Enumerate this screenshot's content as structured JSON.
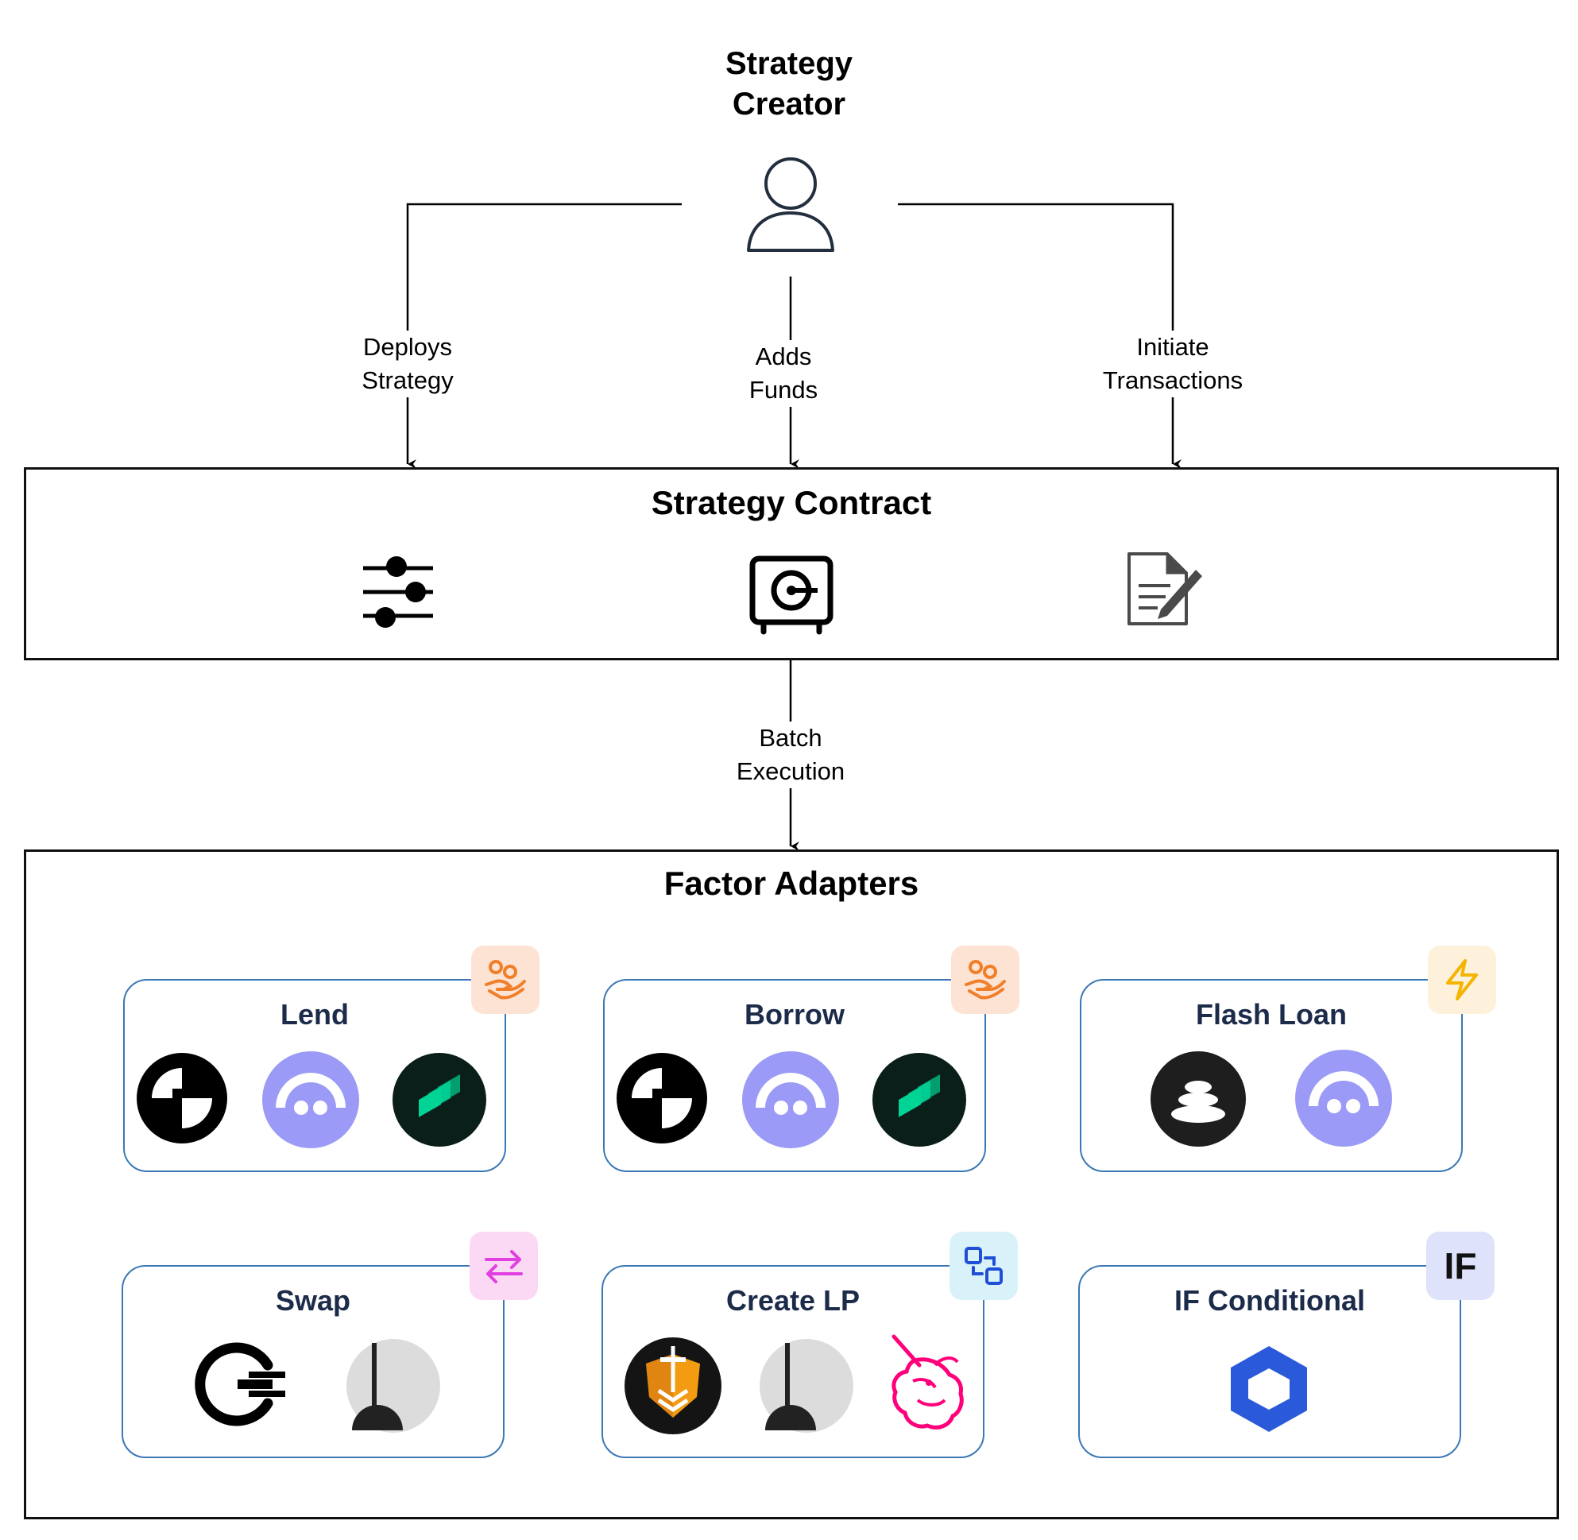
{
  "creator": {
    "title_line1": "Strategy",
    "title_line2": "Creator",
    "icon": "user-icon"
  },
  "edges": {
    "deploys": {
      "line1": "Deploys",
      "line2": "Strategy"
    },
    "adds_funds": {
      "line1": "Adds",
      "line2": "Funds"
    },
    "initiate": {
      "line1": "Initiate",
      "line2": "Transactions"
    },
    "batch": {
      "line1": "Batch",
      "line2": "Execution"
    }
  },
  "strategy_contract": {
    "title": "Strategy Contract",
    "icons": [
      "sliders-icon",
      "vault-icon",
      "signed-document-icon"
    ]
  },
  "factor_adapters": {
    "title": "Factor Adapters",
    "cards": [
      {
        "title": "Lend",
        "badge_icon": "hand-coins-icon",
        "logos": [
          "circle-split-logo-icon",
          "purple-dome-logo-icon",
          "compound-logo-icon"
        ]
      },
      {
        "title": "Borrow",
        "badge_icon": "hand-coins-icon",
        "logos": [
          "circle-split-logo-icon",
          "purple-dome-logo-icon",
          "compound-logo-icon"
        ]
      },
      {
        "title": "Flash Loan",
        "badge_icon": "lightning-icon",
        "logos": [
          "stacked-stones-logo-icon",
          "purple-dome-logo-icon"
        ]
      },
      {
        "title": "Swap",
        "badge_icon": "swap-arrows-icon",
        "logos": [
          "ring-equals-logo-icon",
          "pendulum-logo-icon"
        ]
      },
      {
        "title": "Create LP",
        "badge_icon": "link-squares-icon",
        "logos": [
          "shield-sword-logo-icon",
          "pendulum-logo-icon",
          "unicorn-logo-icon"
        ]
      },
      {
        "title": "IF Conditional",
        "badge_text": "IF",
        "logos": [
          "hexagon-chain-logo-icon"
        ]
      }
    ]
  },
  "colors": {
    "card_border": "#3a78b5",
    "card_title": "#1c2b4a",
    "badge_orange_bg": "#fde3d3",
    "badge_orange_fg": "#f07f2a",
    "badge_yellow_bg": "#fdf1dc",
    "badge_yellow_fg": "#f4b400",
    "badge_pink_bg": "#fbd9f5",
    "badge_pink_fg": "#e040e0",
    "badge_cyan_bg": "#d9f2fa",
    "badge_cyan_fg": "#1f4fd6",
    "badge_lavender_bg": "#dfe2fb",
    "purple_logo": "#9b9bf7",
    "compound_green": "#00d395",
    "unicorn_pink": "#ff007a",
    "chain_blue": "#2a5ada"
  }
}
